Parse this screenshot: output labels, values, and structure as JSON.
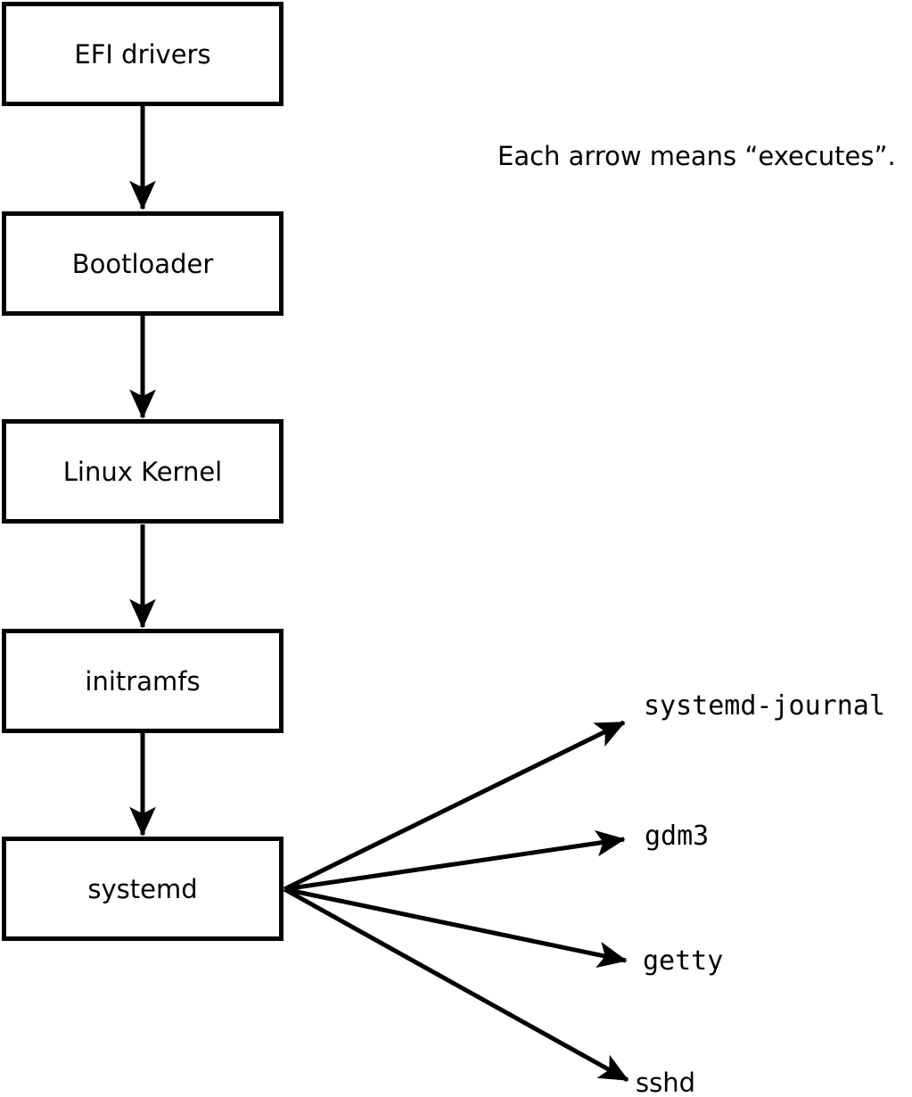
{
  "note": "Each arrow means “executes”.",
  "boxes": [
    {
      "label": "EFI drivers"
    },
    {
      "label": "Bootloader"
    },
    {
      "label": "Linux Kernel"
    },
    {
      "label": "initramfs"
    },
    {
      "label": "systemd"
    }
  ],
  "targets": [
    {
      "label": "systemd-journal"
    },
    {
      "label": "gdm3"
    },
    {
      "label": "getty"
    },
    {
      "label": "sshd"
    }
  ],
  "edges": [
    {
      "from": "EFI drivers",
      "to": "Bootloader",
      "meaning": "executes"
    },
    {
      "from": "Bootloader",
      "to": "Linux Kernel",
      "meaning": "executes"
    },
    {
      "from": "Linux Kernel",
      "to": "initramfs",
      "meaning": "executes"
    },
    {
      "from": "initramfs",
      "to": "systemd",
      "meaning": "executes"
    },
    {
      "from": "systemd",
      "to": "systemd-journal",
      "meaning": "executes"
    },
    {
      "from": "systemd",
      "to": "gdm3",
      "meaning": "executes"
    },
    {
      "from": "systemd",
      "to": "getty",
      "meaning": "executes"
    },
    {
      "from": "systemd",
      "to": "sshd",
      "meaning": "executes"
    }
  ],
  "colors": {
    "line": "#000000",
    "background": "#ffffff",
    "box_fill": "#ffffff"
  }
}
